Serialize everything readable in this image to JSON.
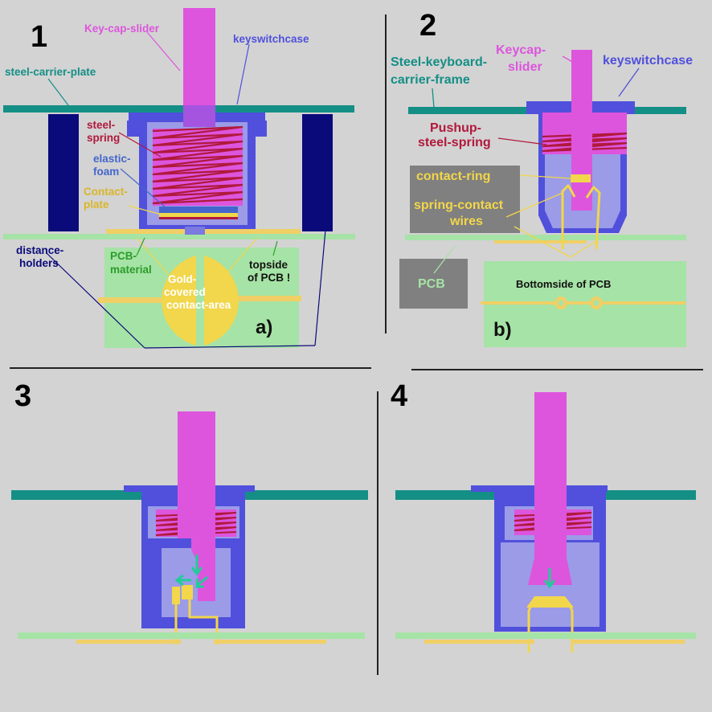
{
  "colors": {
    "background": "#d3d3d3",
    "slider": "#dd55dd",
    "case": "#5050dd",
    "case_inner": "#9b9be8",
    "carrier": "#148f86",
    "spring": "#b0193c",
    "contact": "#f2d64b",
    "pcb": "#a6e3a6",
    "pcb_trace": "#f0cf66",
    "distance_holder": "#0a0a7a",
    "foam": "#4466cc",
    "dark_label": "#808080",
    "arrow": "#22cc99"
  },
  "panel1": {
    "number": "1",
    "labels": {
      "slider": "Key-cap-slider",
      "case": "keyswitchcase",
      "carrier": "steel-carrier-plate",
      "spring_1": "steel-",
      "spring_2": "spring",
      "foam_1": "elastic-",
      "foam_2": "foam",
      "contact_1": "Contact-",
      "contact_2": "plate",
      "holders_1": "distance-",
      "holders_2": "holders",
      "pcb_1": "PCB-",
      "pcb_2": "material",
      "gold_1": "Gold-",
      "gold_2": "covered",
      "gold_3": "contact-area",
      "top_1": "topside",
      "top_2": "of PCB !",
      "sub": "a)"
    }
  },
  "panel2": {
    "number": "2",
    "labels": {
      "carrier_1": "Steel-keyboard-",
      "carrier_2": "carrier-frame",
      "slider_1": "Keycap-",
      "slider_2": "slider",
      "case": "keyswitchcase",
      "spring_1": "Pushup-",
      "spring_2": "steel-spring",
      "ring": "contact-ring",
      "wires_1": "spring-contact",
      "wires_2": "wires",
      "pcb": "PCB",
      "bottom": "Bottomside of PCB",
      "sub": "b)"
    }
  },
  "panel3": {
    "number": "3"
  },
  "panel4": {
    "number": "4"
  }
}
